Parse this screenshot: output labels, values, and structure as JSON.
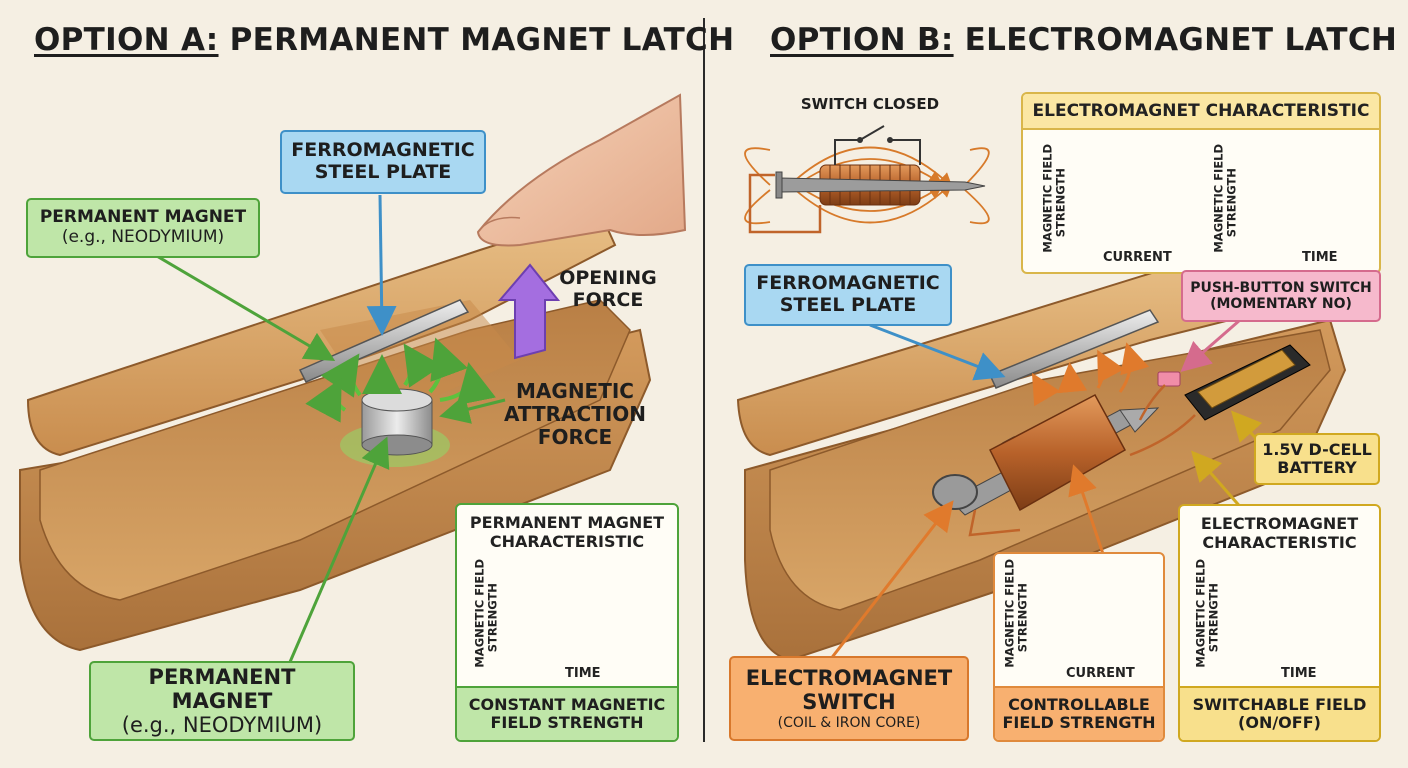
{
  "left": {
    "title_prefix": "OPTION A:",
    "title_rest": " PERMANENT MAGNET LATCH",
    "steel_plate": {
      "line1": "FERROMAGNETIC",
      "line2": "STEEL PLATE"
    },
    "magnet_top": {
      "line1": "PERMANENT MAGNET",
      "line2": "(e.g., NEODYMIUM)"
    },
    "magnet_bottom": {
      "line1": "PERMANENT MAGNET",
      "line2": "(e.g., NEODYMIUM)"
    },
    "opening_force": {
      "line1": "OPENING",
      "line2": "FORCE"
    },
    "attraction": {
      "line1": "MAGNETIC",
      "line2": "ATTRACTION",
      "line3": "FORCE"
    },
    "chart": {
      "title_line1": "PERMANENT MAGNET",
      "title_line2": "CHARACTERISTIC",
      "ylabel_line1": "MAGNETIC FIELD",
      "ylabel_line2": "STRENGTH",
      "xlabel": "TIME",
      "footer_line1": "CONSTANT MAGNETIC",
      "footer_line2": "FIELD STRENGTH"
    }
  },
  "right": {
    "title_prefix": "OPTION B:",
    "title_rest": " ELECTROMAGNET LATCH",
    "switch_closed": "SWITCH CLOSED",
    "steel_plate": {
      "line1": "FERROMAGNETIC",
      "line2": "STEEL PLATE"
    },
    "push_button": {
      "line1": "PUSH-BUTTON SWITCH",
      "line2": "(MOMENTARY NO)"
    },
    "battery": {
      "line1": "1.5V D-CELL",
      "line2": "BATTERY"
    },
    "em_switch": {
      "line1": "ELECTROMAGNET",
      "line2": "SWITCH",
      "line3": "(COIL & IRON CORE)"
    },
    "top_chart": {
      "title": "ELECTROMAGNET CHARACTERISTIC",
      "ylabel_line1": "MAGNETIC FIELD",
      "ylabel_line2": "STRENGTH",
      "xlabel_left": "CURRENT",
      "xlabel_right": "TIME"
    },
    "mid_chart": {
      "ylabel_line1": "MAGNETIC FIELD",
      "ylabel_line2": "STRENGTH",
      "xlabel": "CURRENT",
      "footer_line1": "CONTROLLABLE",
      "footer_line2": "FIELD STRENGTH"
    },
    "right_chart": {
      "title_line1": "ELECTROMAGNET",
      "title_line2": "CHARACTERISTIC",
      "ylabel_line1": "MAGNETIC FIELD",
      "ylabel_line2": "STRENGTH",
      "xlabel": "TIME",
      "footer_line1": "SWITCHABLE FIELD",
      "footer_line2": "(ON/OFF)"
    }
  },
  "colors": {
    "blue": "#a9d8f2",
    "green": "#bfe6a8",
    "orange": "#f8b070",
    "pink": "#f6b9cc",
    "yellow": "#f8e08c",
    "wood": "#d9a86c",
    "purple": "#a46ee0"
  }
}
